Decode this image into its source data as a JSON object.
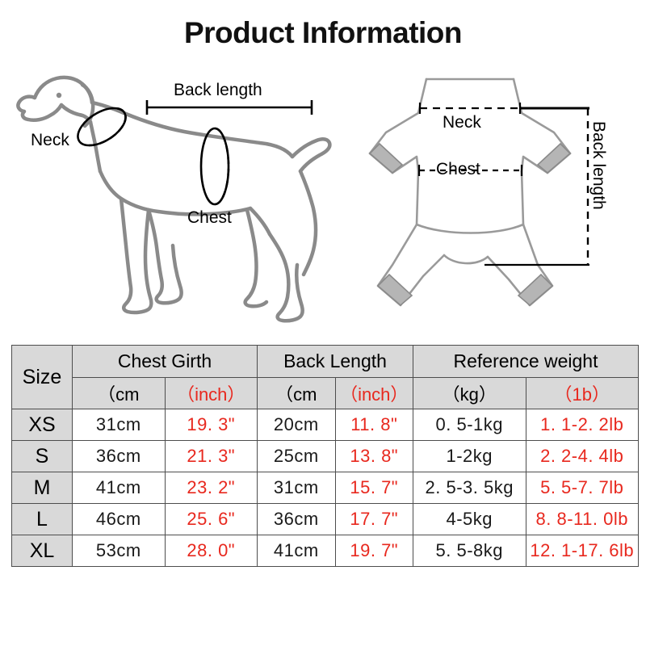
{
  "title": "Product Information",
  "colors": {
    "accent_red": "#e8281e",
    "header_gray": "#d9d9d9",
    "outline_gray": "#8a8a8a",
    "border": "#4d4d4d"
  },
  "dog_diagram": {
    "name": "dog-side-view-measurement-diagram",
    "labels": {
      "neck": "Neck",
      "chest": "Chest",
      "back_length": "Back length"
    }
  },
  "garment_diagram": {
    "name": "garment-flat-lay-measurement-diagram",
    "labels": {
      "neck": "Neck",
      "chest": "Chest",
      "back_length": "Back length"
    }
  },
  "table": {
    "group_headers": {
      "size": "Size",
      "chest_girth": "Chest Girth",
      "back_length": "Back Length",
      "reference_weight": "Reference weight"
    },
    "unit_headers": {
      "chest_cm": "（cm",
      "chest_inch": "（inch）",
      "back_cm": "（cm",
      "back_inch": "（inch）",
      "weight_kg": "（kg）",
      "weight_lb": "（1b）"
    },
    "rows": [
      {
        "size": "XS",
        "chest_cm": "31cm",
        "chest_inch": "19. 3\"",
        "back_cm": "20cm",
        "back_inch": "11. 8\"",
        "weight_kg": "0. 5-1kg",
        "weight_lb": "1. 1-2. 2lb"
      },
      {
        "size": "S",
        "chest_cm": "36cm",
        "chest_inch": "21. 3\"",
        "back_cm": "25cm",
        "back_inch": "13. 8\"",
        "weight_kg": "1-2kg",
        "weight_lb": "2. 2-4. 4lb"
      },
      {
        "size": "M",
        "chest_cm": "41cm",
        "chest_inch": "23. 2\"",
        "back_cm": "31cm",
        "back_inch": "15. 7\"",
        "weight_kg": "2. 5-3. 5kg",
        "weight_lb": "5. 5-7. 7lb"
      },
      {
        "size": "L",
        "chest_cm": "46cm",
        "chest_inch": "25. 6\"",
        "back_cm": "36cm",
        "back_inch": "17. 7\"",
        "weight_kg": "4-5kg",
        "weight_lb": "8. 8-11. 0lb"
      },
      {
        "size": "XL",
        "chest_cm": "53cm",
        "chest_inch": "28. 0\"",
        "back_cm": "41cm",
        "back_inch": "19. 7\"",
        "weight_kg": "5. 5-8kg",
        "weight_lb": "12. 1-17. 6lb"
      }
    ]
  }
}
